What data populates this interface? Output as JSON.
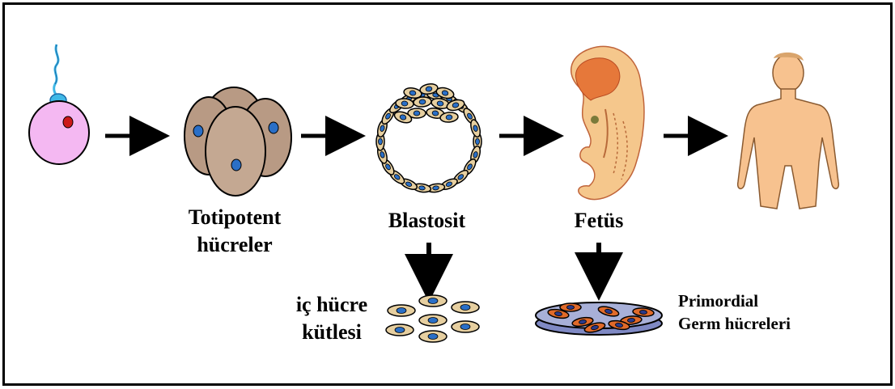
{
  "labels": {
    "totipotent_line1": "Totipotent",
    "totipotent_line2": "hücreler",
    "blastosit": "Blastosit",
    "fetus": "Fetüs",
    "ic_hucre_line1": "iç hücre",
    "ic_hucre_line2": "kütlesi",
    "primordial_line1": "Primordial",
    "primordial_line2": "Germ hücreleri"
  },
  "colors": {
    "zygote": "#f4b8f2",
    "nucleus": "#cc1a1a",
    "sperm": "#3fb8e6",
    "cell_fill": "#b89a84",
    "cell_nucleus": "#2a6fc7",
    "blastocyst_cell": "#e6cfa0",
    "fetus_skin": "#f5c78c",
    "fetus_inner": "#e6783a",
    "human_skin": "#f7c28f",
    "dish": "#a8b0d8",
    "primordial_cell": "#e06a2a"
  },
  "icons": [
    "zygote-icon",
    "morula-icon",
    "blastocyst-icon",
    "fetus-icon",
    "human-icon",
    "inner-cell-mass-icon",
    "petri-dish-icon"
  ]
}
